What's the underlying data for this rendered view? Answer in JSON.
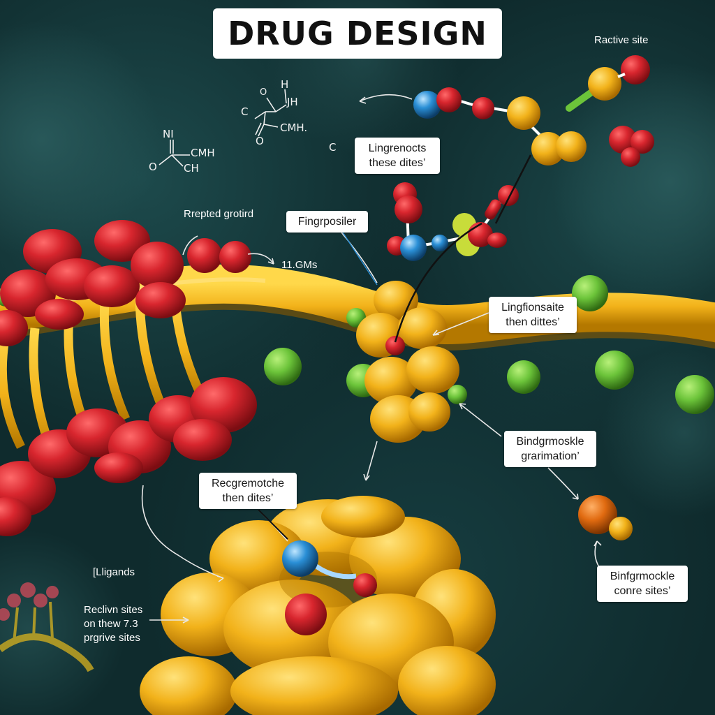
{
  "title": "DRUG DESIGN",
  "labels": {
    "reactive_site": "Ractive site",
    "box_top": [
      "Lingrenocts",
      "these dites’"
    ],
    "repted": "Rrepted grotird",
    "mass": "11.GMs",
    "fingerprint": "Fingrposiler",
    "box_right1": [
      "Lingfionsaite",
      "then dittes’"
    ],
    "box_right2": [
      "Bindgrmoskle",
      "grarimation’"
    ],
    "box_center": [
      "Recgremotche",
      "then dites’"
    ],
    "ligands": "[Lligands",
    "reactive_sites": [
      "Reclivn sites",
      "on thew 7.3",
      "prgrive sites"
    ],
    "box_right3": [
      "Binfgrmockle",
      "conre sites’"
    ]
  },
  "chem": {
    "a_ni": "NI",
    "a_cmh": "CMH",
    "a_o": "O",
    "a_ch": "CH",
    "b_o": "O",
    "b_h": "H",
    "b_jh": "JH",
    "b_c": "C",
    "b_o2": "O",
    "b_cmh": "CMH.",
    "c_label": "C"
  },
  "colors": {
    "background": "#0f2b2d",
    "protein_red": "#d8262e",
    "chain_yellow": "#f2b21a",
    "node_green": "#6cc43a",
    "atom_blue": "#2a8fd6",
    "atom_orange": "#e06a10"
  }
}
